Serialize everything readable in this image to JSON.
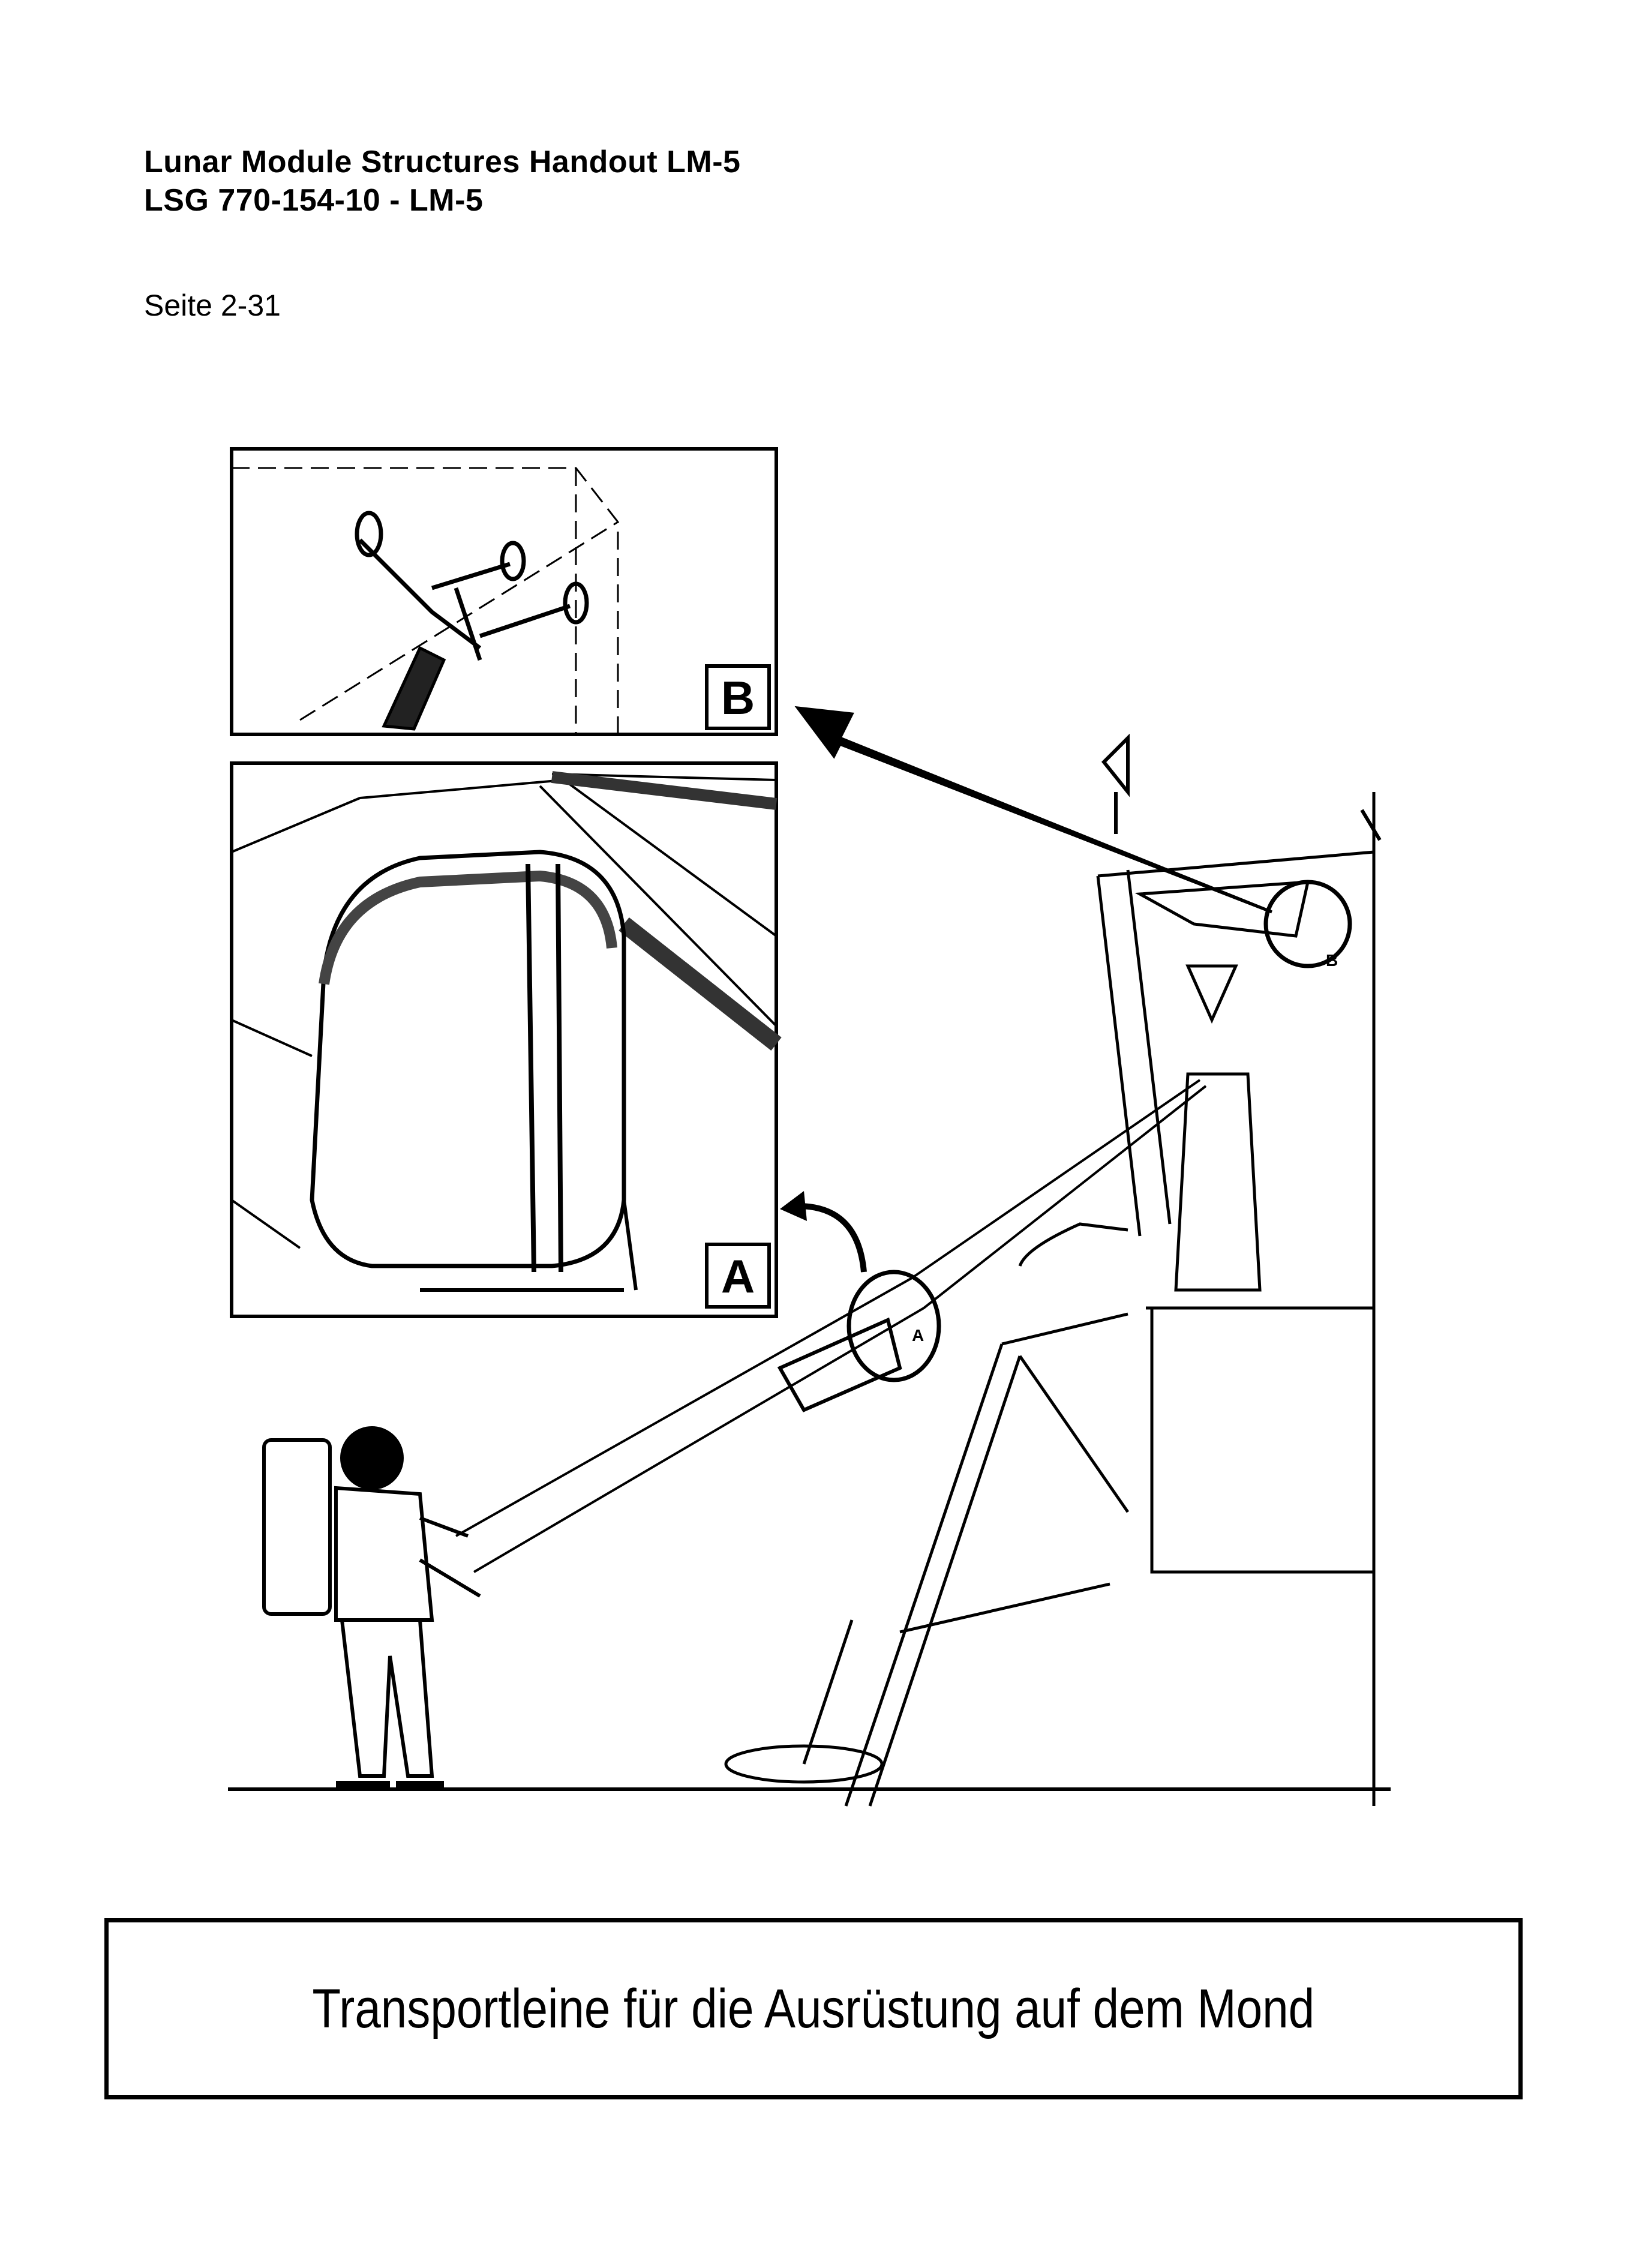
{
  "header": {
    "title_line1": "Lunar Module Structures Handout LM-5",
    "title_line2": "LSG 770-154-10 - LM-5",
    "page_label": "Seite 2-31"
  },
  "figure": {
    "inset_a_label": "A",
    "inset_b_label": "B",
    "callout_a": "A",
    "callout_b": "B"
  },
  "caption": "Transportleine für die Ausrüstung auf dem Mond"
}
